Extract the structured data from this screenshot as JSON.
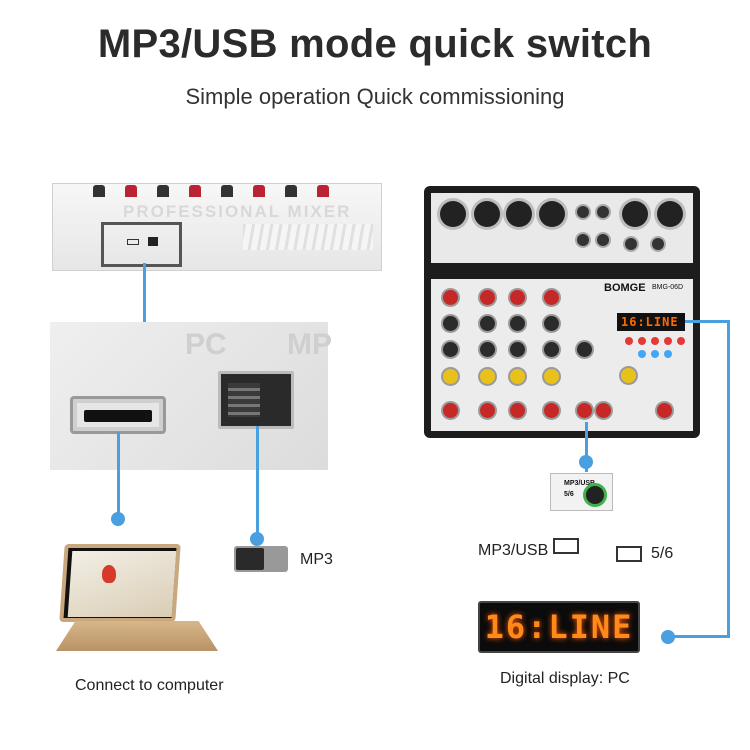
{
  "header": {
    "title": "MP3/USB mode quick switch",
    "subtitle": "Simple operation Quick commissioning"
  },
  "left": {
    "mixer_edge_text": "PROFESSIONAL MIXER",
    "panel_labels": {
      "pc": "PC",
      "mp": "MP"
    },
    "laptop_caption": "Connect to computer",
    "switch_label": "MP3"
  },
  "right": {
    "brand": "BOMGE",
    "model": "BMG-06D",
    "display_small": "16:LINE",
    "switch_zoom_line1": "MP3/USB",
    "switch_zoom_line2": "5/6",
    "mode_mp3_label": "MP3/USB",
    "mode_56_label": "5/6",
    "display_big": "16:LINE",
    "display_caption": "Digital display: PC"
  },
  "colors": {
    "connector": "#4a9fe0",
    "lcd": "#ff8a1a",
    "accent_red": "#c62828",
    "accent_yellow": "#e8c21a"
  }
}
